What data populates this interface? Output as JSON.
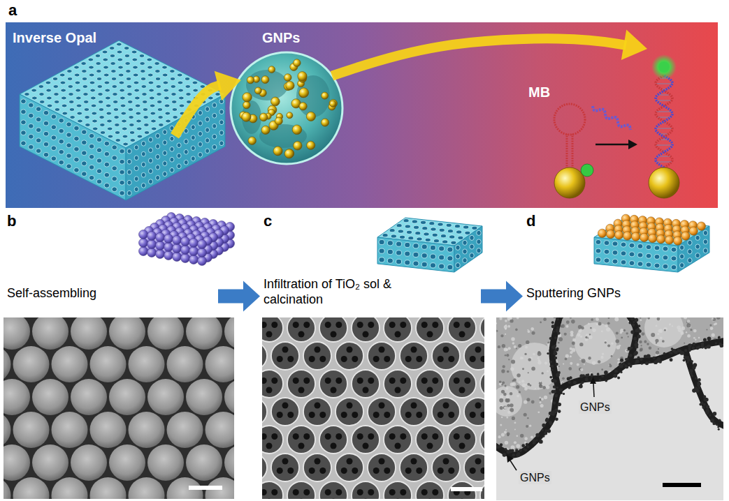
{
  "diagram": {
    "nodes": [
      {
        "text": [
          "a"
        ]
      },
      {
        "text": [
          "Inverse Opal"
        ],
        "in": 0
      },
      {
        "text": [
          "GNPs"
        ],
        "in": 0
      },
      {
        "text": [
          "MB"
        ],
        "in": 0
      },
      {
        "text": [
          "b",
          "Self-assembling"
        ]
      },
      {
        "text": [
          "c",
          "Infiltration of TiO₂ sol & calcination"
        ]
      },
      {
        "text": [
          "d",
          "Sputtering GNPs"
        ]
      }
    ],
    "edges": [
      {
        "from": 1,
        "to": 2,
        "arrow": "to"
      },
      {
        "from": 2,
        "to": 3,
        "arrow": "to"
      },
      {
        "from": 4,
        "to": 5,
        "arrow": "to"
      },
      {
        "from": 5,
        "to": 6,
        "arrow": "to"
      }
    ],
    "labels": [
      "GNPs",
      "GNPs"
    ]
  }
}
